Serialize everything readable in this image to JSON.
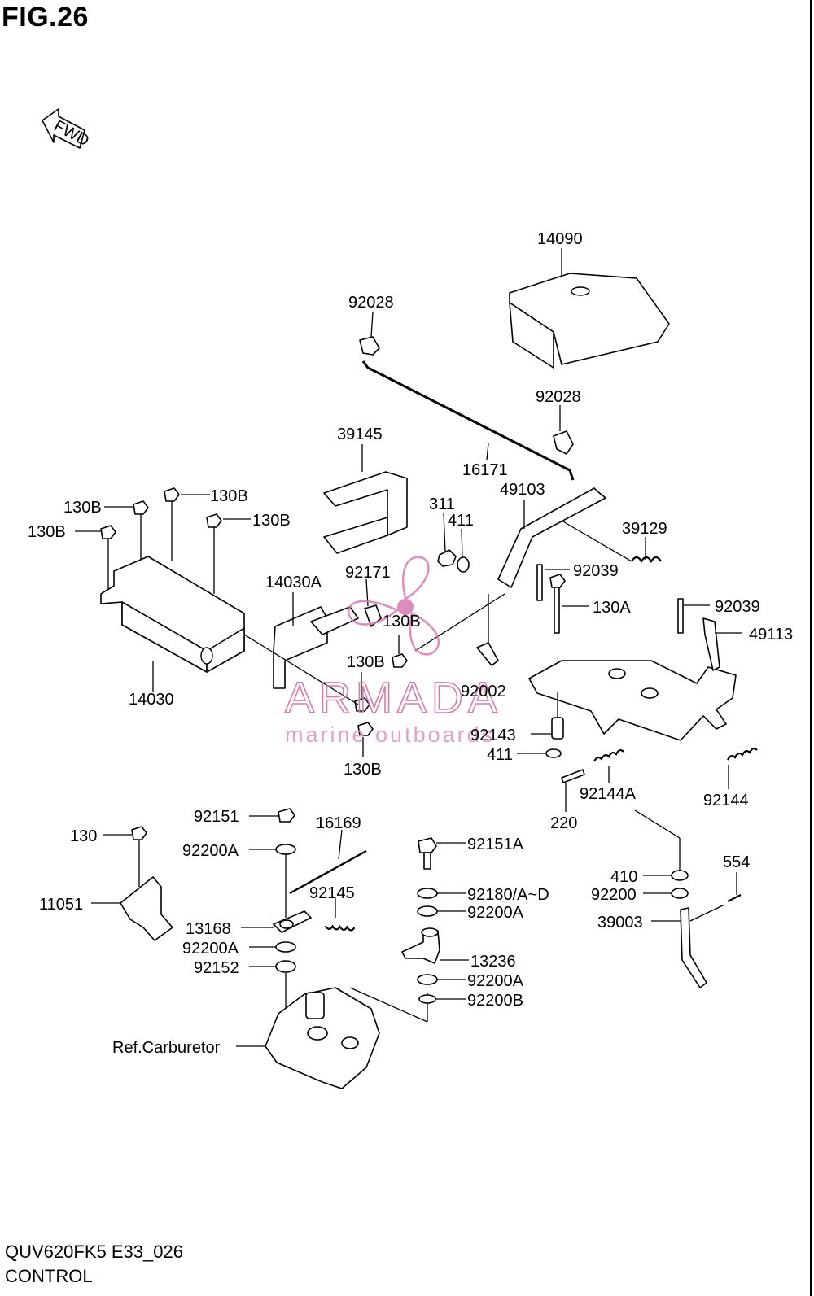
{
  "figure": {
    "title": "FIG.26",
    "code": "QUV620FK5 E33_026",
    "name": "CONTROL"
  },
  "fwd_arrow": {
    "label": "FWD"
  },
  "watermark": {
    "brand": "ARMADA",
    "tagline": "marine outboards",
    "color": "#d87ab0"
  },
  "parts": [
    {
      "id": "14090",
      "label": "14090"
    },
    {
      "id": "92028-top",
      "label": "92028"
    },
    {
      "id": "92028-mid",
      "label": "92028"
    },
    {
      "id": "16171",
      "label": "16171"
    },
    {
      "id": "39145",
      "label": "39145"
    },
    {
      "id": "49103",
      "label": "49103"
    },
    {
      "id": "311",
      "label": "311"
    },
    {
      "id": "411-top",
      "label": "411"
    },
    {
      "id": "39129",
      "label": "39129"
    },
    {
      "id": "130B-1",
      "label": "130B"
    },
    {
      "id": "130B-2",
      "label": "130B"
    },
    {
      "id": "130B-3",
      "label": "130B"
    },
    {
      "id": "130B-4",
      "label": "130B"
    },
    {
      "id": "92039-a",
      "label": "92039"
    },
    {
      "id": "130A",
      "label": "130A"
    },
    {
      "id": "92039-b",
      "label": "92039"
    },
    {
      "id": "49113",
      "label": "49113"
    },
    {
      "id": "14030A",
      "label": "14030A"
    },
    {
      "id": "92171",
      "label": "92171"
    },
    {
      "id": "130B-5",
      "label": "130B"
    },
    {
      "id": "130B-6",
      "label": "130B"
    },
    {
      "id": "14030",
      "label": "14030"
    },
    {
      "id": "92002",
      "label": "92002"
    },
    {
      "id": "92143",
      "label": "92143"
    },
    {
      "id": "411-mid",
      "label": "411"
    },
    {
      "id": "130B-7",
      "label": "130B"
    },
    {
      "id": "92144A",
      "label": "92144A"
    },
    {
      "id": "92144",
      "label": "92144"
    },
    {
      "id": "220",
      "label": "220"
    },
    {
      "id": "92151",
      "label": "92151"
    },
    {
      "id": "16169",
      "label": "16169"
    },
    {
      "id": "130",
      "label": "130"
    },
    {
      "id": "92200A-1",
      "label": "92200A"
    },
    {
      "id": "92151A",
      "label": "92151A"
    },
    {
      "id": "11051",
      "label": "11051"
    },
    {
      "id": "92145",
      "label": "92145"
    },
    {
      "id": "92180",
      "label": "92180/A~D"
    },
    {
      "id": "13168",
      "label": "13168"
    },
    {
      "id": "92200A-2",
      "label": "92200A"
    },
    {
      "id": "92200A-3",
      "label": "92200A"
    },
    {
      "id": "92152",
      "label": "92152"
    },
    {
      "id": "13236",
      "label": "13236"
    },
    {
      "id": "92200A-4",
      "label": "92200A"
    },
    {
      "id": "92200B",
      "label": "92200B"
    },
    {
      "id": "ref-carb",
      "label": "Ref.Carburetor"
    },
    {
      "id": "410",
      "label": "410"
    },
    {
      "id": "92200",
      "label": "92200"
    },
    {
      "id": "554",
      "label": "554"
    },
    {
      "id": "39003",
      "label": "39003"
    }
  ]
}
